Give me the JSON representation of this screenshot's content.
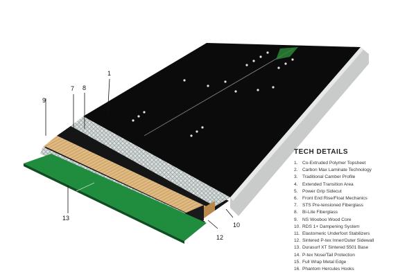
{
  "colors": {
    "topsheet": "#0b0b0b",
    "wood_core": "#d9b27a",
    "sidewall": "#1b1b1b",
    "fiberglass": "#d6dcdc",
    "base": "#1d8a3c",
    "edge": "#c7c9c9"
  },
  "callouts": [
    "1",
    "7",
    "8",
    "9",
    "10",
    "12",
    "13"
  ],
  "tech_details": {
    "title": "TECH DETAILS",
    "items": [
      {
        "num": "1.",
        "text": "Co-Extruded Polymer Topsheet"
      },
      {
        "num": "2.",
        "text": "Carbon Max Laminate Technology"
      },
      {
        "num": "3.",
        "text": "Traditional Camber Profile"
      },
      {
        "num": "4.",
        "text": "Extended Transition Area"
      },
      {
        "num": "5.",
        "text": "Power Grip Sidecut"
      },
      {
        "num": "6.",
        "text": "Front End Rise/Float Mechanics"
      },
      {
        "num": "7.",
        "text": "STS Pre-tensioned Fiberglass"
      },
      {
        "num": "8.",
        "text": "Bi-Lite Fiberglass"
      },
      {
        "num": "9.",
        "text": "NS Wooboo Wood Core"
      },
      {
        "num": "10.",
        "text": "RDS 1+ Dampening System"
      },
      {
        "num": "11.",
        "text": "Elastomeric Underfoot Stabilizers"
      },
      {
        "num": "12.",
        "text": "Sintered P-tex Inner/Outer Sidewall"
      },
      {
        "num": "13.",
        "text": "Durasurf XT Sintered 5501 Base"
      },
      {
        "num": "14.",
        "text": "P-tex Nose/Tail Protection"
      },
      {
        "num": "15.",
        "text": "Full Wrap Metal Edge"
      },
      {
        "num": "16.",
        "text": "Phantom Hercules Hooks"
      }
    ]
  }
}
